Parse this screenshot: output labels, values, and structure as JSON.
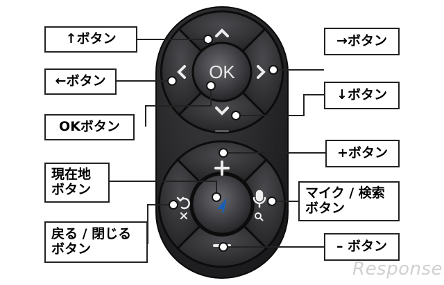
{
  "labels": {
    "up": "↑ボタン",
    "left": "←ボタン",
    "ok": "OKボタン",
    "right": "→ボタン",
    "down": "↓ボタン",
    "plus": "+ボタン",
    "location": [
      "現在地",
      "ボタン"
    ],
    "back": [
      "戻る / 閉じる",
      "ボタン"
    ],
    "mic": [
      "マイク / 検索",
      "ボタン"
    ],
    "minus": "– ボタン"
  },
  "remote": {
    "ok_text": "OK"
  },
  "watermark": "Response.",
  "colors": {
    "body": "#1f1f21",
    "button": "#2b2b2e",
    "accent_blue": "#1b5fb5",
    "line": "#222222"
  }
}
